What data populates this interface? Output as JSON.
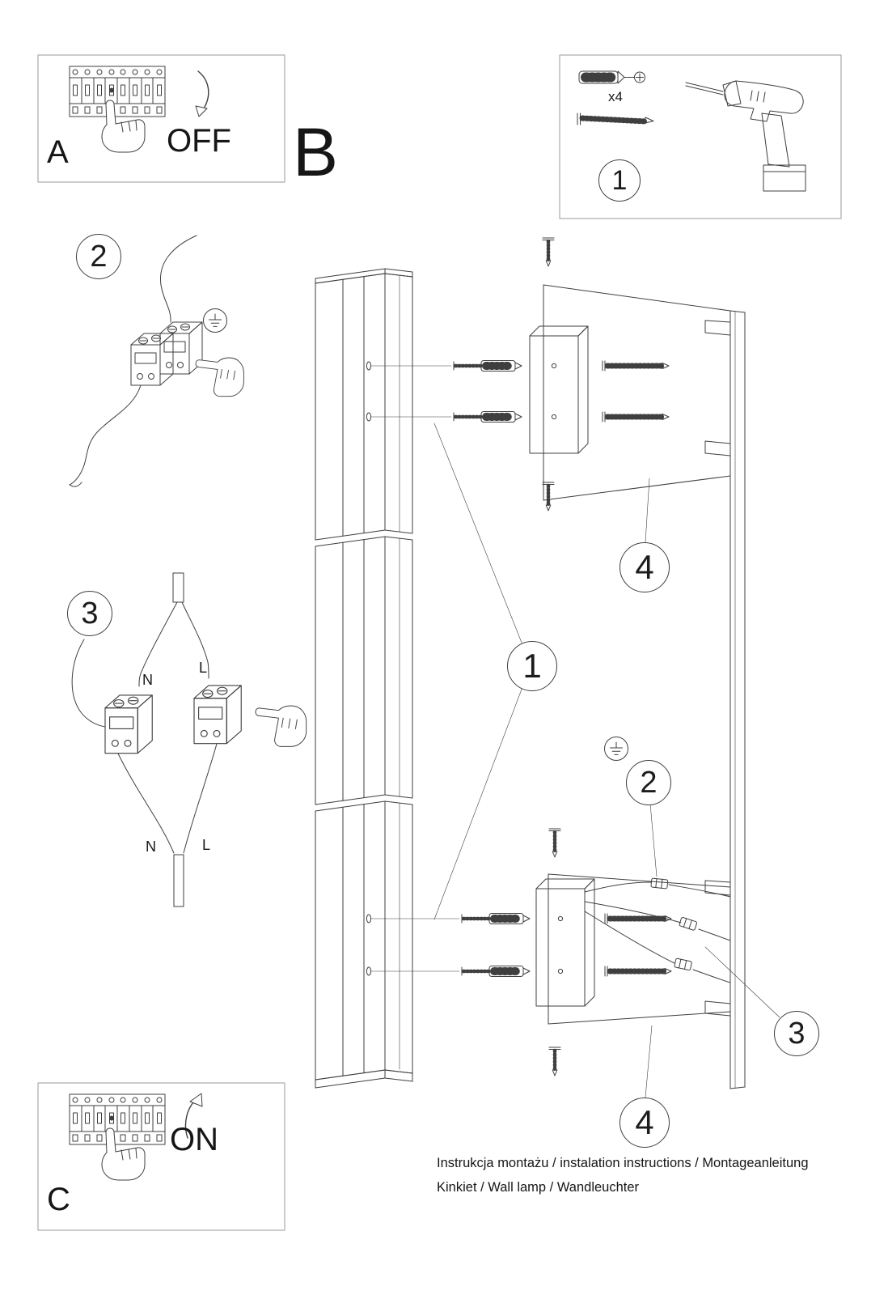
{
  "page": {
    "background": "#ffffff",
    "ink": "#3f3f3f"
  },
  "panels": {
    "a": {
      "label": "A",
      "action": "OFF"
    },
    "b": {
      "label": "B"
    },
    "c": {
      "label": "C",
      "action": "ON"
    }
  },
  "parts": {
    "step": "1",
    "anchor_count": "x4"
  },
  "callouts": {
    "left_2": "2",
    "left_3": "3",
    "main_1": "1",
    "top_4": "4",
    "right_2": "2",
    "right_3": "3",
    "bottom_4": "4"
  },
  "wiring": {
    "n_upper": "N",
    "l_upper": "L",
    "n_lower": "N",
    "l_lower": "L"
  },
  "footer": {
    "line1": "Instrukcja montażu / instalation instructions / Montageanleitung",
    "line2": "Kinkiet / Wall lamp / Wandleuchter"
  }
}
